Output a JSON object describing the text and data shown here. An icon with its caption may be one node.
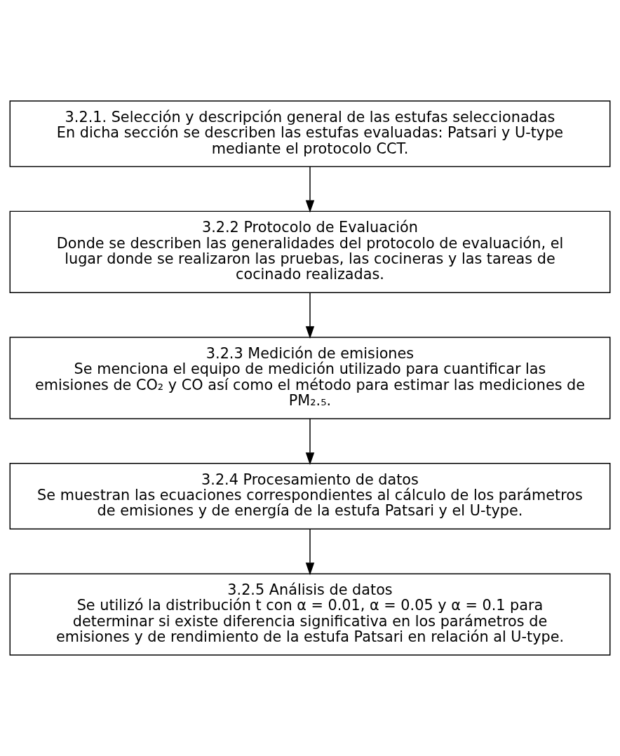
{
  "diagram": {
    "nodes": [
      {
        "text": [
          "3.2.1. Selección y descripción general de las estufas seleccionadas",
          "En dicha sección se describen las estufas evaluadas: Patsari y U-type mediante el protocolo CCT."
        ]
      },
      {
        "text": [
          "3.2.2 Protocolo de Evaluación",
          "Donde se describen las generalidades del protocolo de evaluación, el lugar donde se realizaron las pruebas, las cocineras y las tareas de cocinado realizadas."
        ]
      },
      {
        "text": [
          "3.2.3 Medición de emisiones",
          "Se menciona el equipo de medición utilizado para cuantificar las emisiones de CO₂ y CO así como el método para estimar las mediciones de PM₂.₅."
        ]
      },
      {
        "text": [
          "3.2.4 Procesamiento de datos",
          "Se muestran las ecuaciones correspondientes al cálculo de los parámetros de emisiones y de energía de la estufa Patsari y el U-type."
        ]
      },
      {
        "text": [
          "3.2.5 Análisis de datos",
          "Se utilizó la distribución t con α = 0.01, α = 0.05 y α = 0.1 para determinar si existe diferencia significativa en los parámetros de emisiones y de rendimiento de la estufa Patsari en relación al U-type."
        ]
      }
    ],
    "edges": [
      {
        "from": 0,
        "to": 1,
        "arrow": "to"
      },
      {
        "from": 1,
        "to": 2,
        "arrow": "to"
      },
      {
        "from": 2,
        "to": 3,
        "arrow": "to"
      },
      {
        "from": 3,
        "to": 4,
        "arrow": "to"
      }
    ]
  }
}
